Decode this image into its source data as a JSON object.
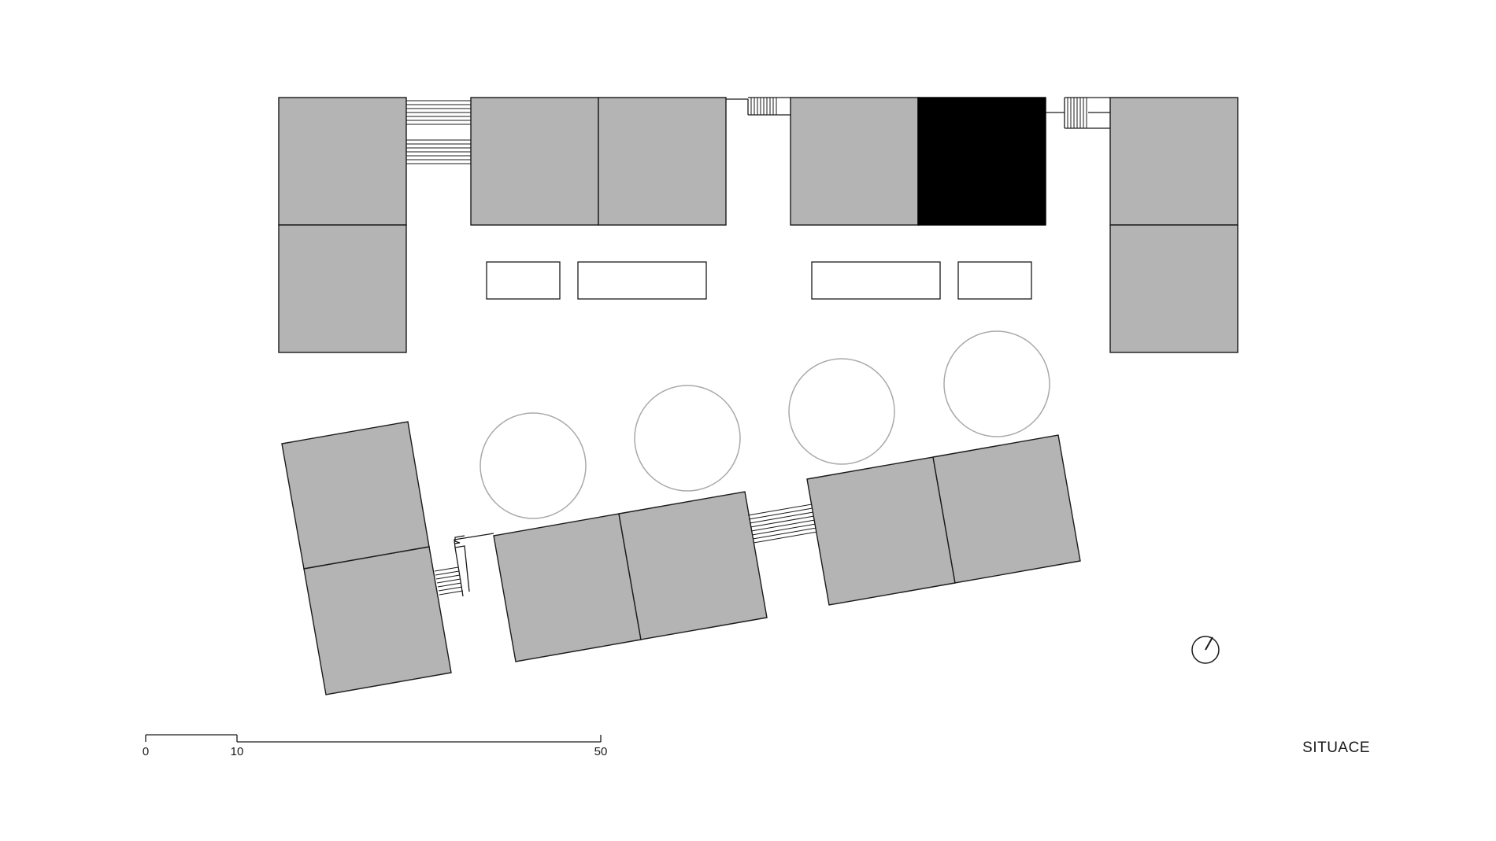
{
  "drawing": {
    "title": "SITUACE",
    "highlight_color": "#000000",
    "block_color": "#b3b4b3",
    "tree_outline_color": "#a9a9a9"
  },
  "scale_bar": {
    "ticks": [
      {
        "label": "0",
        "value": 0
      },
      {
        "label": "10",
        "value": 10
      },
      {
        "label": "50",
        "value": 50
      }
    ]
  },
  "north_arrow": {
    "icon": "north-arrow-icon"
  }
}
